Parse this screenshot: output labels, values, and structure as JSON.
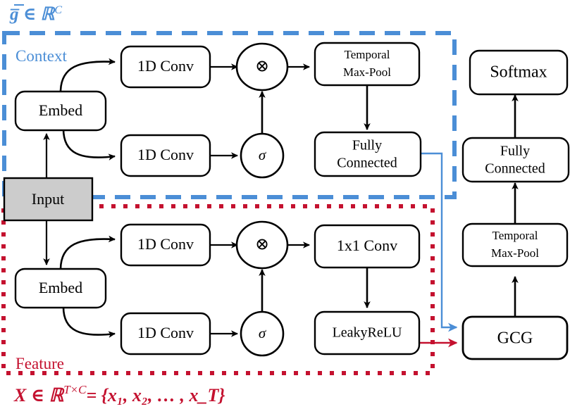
{
  "diagram": {
    "title": "Context-Feature dual-branch gated network architecture",
    "colors": {
      "context_blue": "#4b8ed6",
      "feature_red": "#c4112f",
      "input_fill": "#cccccc",
      "stroke_black": "#000000",
      "box_fill": "#ffffff"
    },
    "formulas": {
      "top": "g̅ ∈ ℝ",
      "top_sup": "C",
      "bottom_lhs": "X ∈ ℝ",
      "bottom_sup": "T×C",
      "bottom_rhs": "= {x₁, x₂, … , x_T}",
      "bottom_full": "X ∈ ℝ^{T×C} = {x₁, x₂, … , x_T}"
    },
    "groups": [
      {
        "id": "context",
        "label": "Context",
        "style": "dashed",
        "color": "#4b8ed6"
      },
      {
        "id": "feature",
        "label": "Feature",
        "style": "dotted",
        "color": "#c4112f"
      }
    ],
    "nodes": {
      "input": "Input",
      "context_embed": "Embed",
      "context_conv_top": "1D Conv",
      "context_conv_bot": "1D Conv",
      "context_mult": "⊗",
      "context_sigma": "σ",
      "context_maxpool_l1": "Temporal",
      "context_maxpool_l2": "Max-Pool",
      "context_fc_l1": "Fully",
      "context_fc_l2": "Connected",
      "feature_embed": "Embed",
      "feature_conv_top": "1D Conv",
      "feature_conv_bot": "1D Conv",
      "feature_mult": "⊗",
      "feature_sigma": "σ",
      "feature_1x1conv": "1x1 Conv",
      "feature_leakyrelu": "LeakyReLU",
      "gcg": "GCG",
      "out_maxpool_l1": "Temporal",
      "out_maxpool_l2": "Max-Pool",
      "out_fc_l1": "Fully",
      "out_fc_l2": "Connected",
      "softmax": "Softmax"
    }
  }
}
